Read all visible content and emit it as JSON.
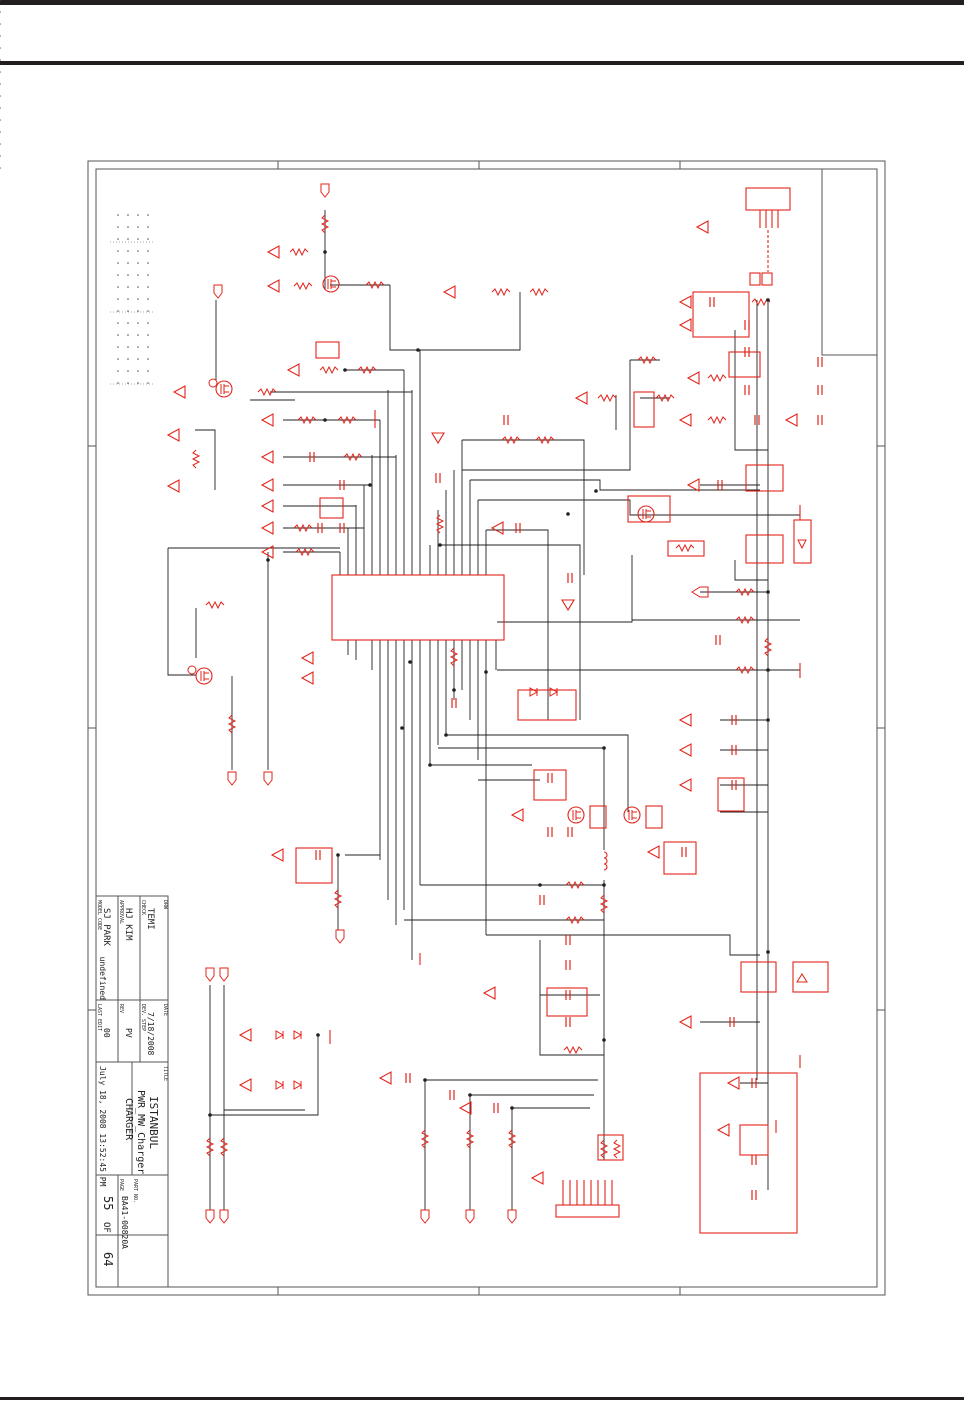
{
  "title_block": {
    "title_label": "TITLE",
    "title_lines": [
      "ISTANBUL",
      "PWR_MW_Charger",
      "CHARGER"
    ],
    "date_line": "July 18, 2008 13:52:45 PM",
    "page_label": "PAGE",
    "page_number": "55",
    "of_label": "OF",
    "page_total": "64",
    "partno_label": "PART NO.",
    "part_number": "BA41-00820A",
    "drw_label": "DRW",
    "drw_name": "TEMI",
    "chk_label": "CHECK",
    "chk_name": "HJ KIM",
    "appr_label": "APPROVAL",
    "appr_name": "SJ PARK",
    "model_label": "MODEL CODE",
    "model_value": "undefined",
    "date_label": "DATE",
    "date_value": "7/18/2008",
    "dev_label": "DEV. STEP",
    "dev_value": "PV",
    "rev_label": "REV",
    "rev_value": "00",
    "last_edit_label": "LAST EDIT"
  },
  "colors": {
    "ink": "#231f20",
    "schematic": "#e2231a",
    "frame": "#555555"
  }
}
